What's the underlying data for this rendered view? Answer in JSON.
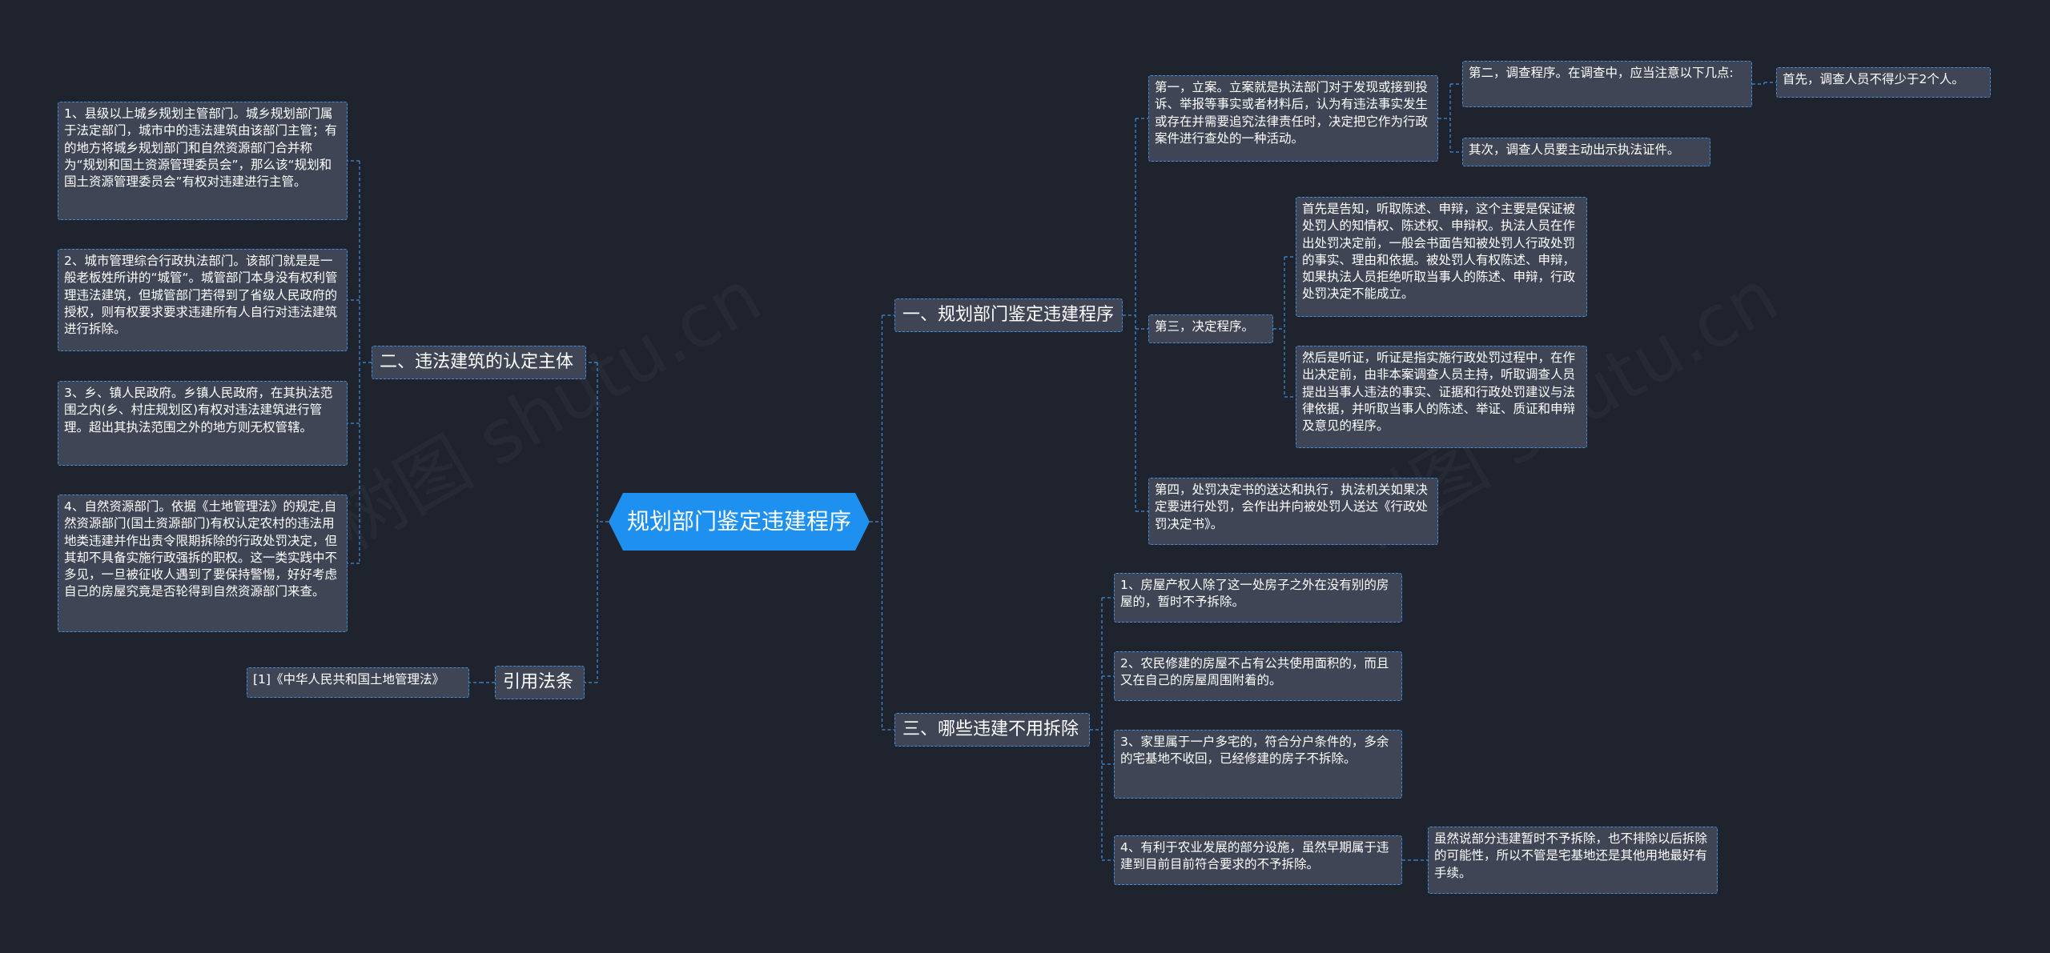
{
  "root": {
    "label": "规划部门鉴定违建程序"
  },
  "branches": {
    "b1": {
      "label": "一、规划部门鉴定违建程序",
      "step1": "第一，立案。立案就是执法部门对于发现或接到投诉、举报等事实或者材料后，认为有违法事实发生或存在并需要追究法律责任时，决定把它作为行政案件进行查处的一种活动。",
      "step2": "第二，调查程序。在调查中，应当注意以下几点:",
      "step2_a": "首先，调查人员不得少于2个人。",
      "step2_b": "其次，调查人员要主动出示执法证件。",
      "step3": "第三，决定程序。",
      "step3_a": "首先是告知，听取陈述、申辩，这个主要是保证被处罚人的知情权、陈述权、申辩权。执法人员在作出处罚决定前，一般会书面告知被处罚人行政处罚的事实、理由和依据。被处罚人有权陈述、申辩，如果执法人员拒绝听取当事人的陈述、申辩，行政处罚决定不能成立。",
      "step3_b": "然后是听证，听证是指实施行政处罚过程中，在作出决定前，由非本案调查人员主持，听取调查人员提出当事人违法的事实、证据和行政处罚建议与法律依据，并听取当事人的陈述、举证、质证和申辩及意见的程序。",
      "step4": "第四，处罚决定书的送达和执行，执法机关如果决定要进行处罚，会作出并向被处罚人送达《行政处罚决定书》。"
    },
    "b2": {
      "label": "二、违法建筑的认定主体",
      "item1": "1、县级以上城乡规划主管部门。城乡规划部门属于法定部门，城市中的违法建筑由该部门主管；有的地方将城乡规划部门和自然资源部门合并称为“规划和国土资源管理委员会”，那么该“规划和国土资源管理委员会”有权对违建进行主管。",
      "item2": "2、城市管理综合行政执法部门。该部门就是是一般老板姓所讲的“城管“。城管部门本身没有权利管理违法建筑，但城管部门若得到了省级人民政府的授权，则有权要求要求违建所有人自行对违法建筑进行拆除。",
      "item3": "3、乡、镇人民政府。乡镇人民政府，在其执法范围之内(乡、村庄规划区)有权对违法建筑进行管理。超出其执法范围之外的地方则无权管辖。",
      "item4": "4、自然资源部门。依据《土地管理法》的规定,自然资源部门(国土资源部门)有权认定农村的违法用地类违建并作出责令限期拆除的行政处罚决定，但其却不具备实施行政强拆的职权。这一类实践中不多见，一旦被征收人遇到了要保持警惕，好好考虑自己的房屋究竟是否轮得到自然资源部门来查。"
    },
    "b3": {
      "label": "三、哪些违建不用拆除",
      "item1": "1、房屋产权人除了这一处房子之外在没有别的房屋的，暂时不予拆除。",
      "item2": "2、农民修建的房屋不占有公共使用面积的，而且又在自己的房屋周围附着的。",
      "item3": "3、家里属于一户多宅的，符合分户条件的，多余的宅基地不收回，已经修建的房子不拆除。",
      "item4": "4、有利于农业发展的部分设施，虽然早期属于违建到目前目前符合要求的不予拆除。",
      "item4_note": "虽然说部分违建暂时不予拆除，也不排除以后拆除的可能性，所以不管是宅基地还是其他用地最好有手续。"
    },
    "b4": {
      "label": "引用法条",
      "item1": "[1]《中华人民共和国土地管理法》"
    }
  },
  "colors": {
    "background": "#1f232d",
    "root": "#1e90f0",
    "node": "#3f4554",
    "edge": "#3c8fe0"
  }
}
